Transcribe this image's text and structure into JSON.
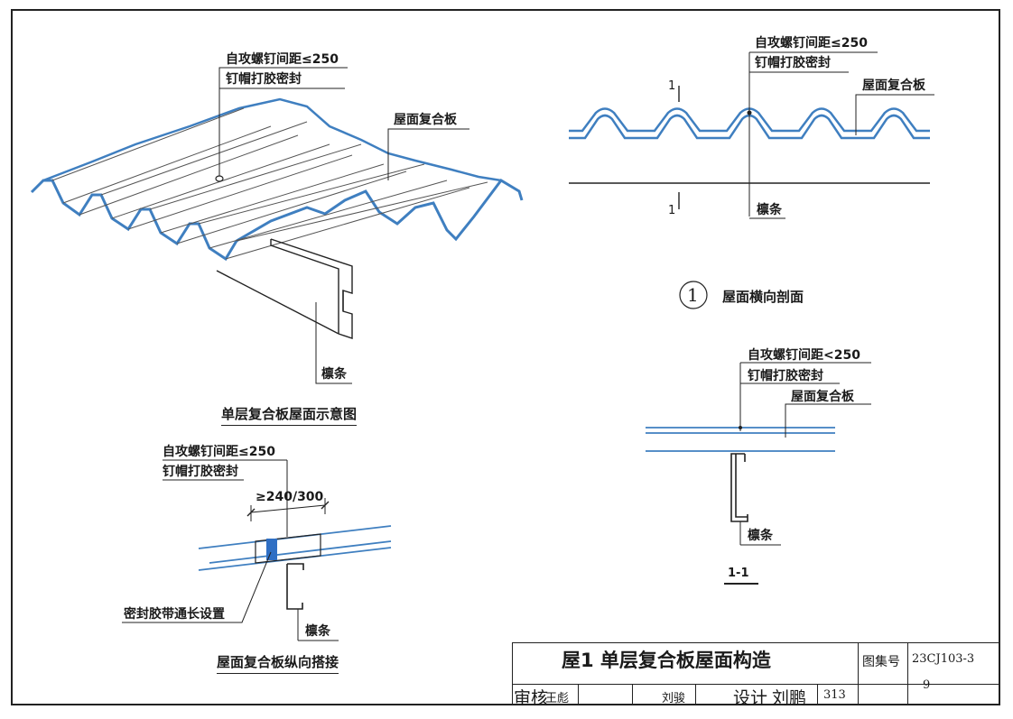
{
  "labels": {
    "screw_spacing_a": "自攻螺钉间距≤250",
    "cap_seal_a": "钉帽打胶密封",
    "panel_a": "屋面复合板",
    "purlin_a": "檩条",
    "caption_a": "单层复合板屋面示意图",
    "screw_spacing_b": "自攻螺钉间距≤250",
    "cap_seal_b": "钉帽打胶密封",
    "panel_b": "屋面复合板",
    "section_mark_top": "1",
    "section_mark_bottom": "1",
    "purlin_b": "檩条",
    "detail_number": "1",
    "caption_b": "屋面横向剖面",
    "screw_spacing_c": "自攻螺钉间距≤250",
    "cap_seal_c": "钉帽打胶密封",
    "lap_width": "≥240/300",
    "sealant_tape": "密封胶带通长设置",
    "purlin_c": "檩条",
    "caption_c": "屋面复合板纵向搭接",
    "screw_spacing_d": "自攻螺钉间距<250",
    "cap_seal_d": "钉帽打胶密封",
    "panel_d": "屋面复合板",
    "purlin_d": "檩条",
    "section_1_1": "1-1"
  },
  "title_block": {
    "title": "屋1  单层复合板屋面构造",
    "atlas_label": "图集号",
    "atlas_number": "23CJ103-3",
    "review_label": "审核",
    "reviewer": "王彪",
    "checker": "刘骏",
    "design_label": "设计",
    "designer": "刘鹏",
    "page_code": "313",
    "page_number": "9"
  },
  "colors": {
    "panel_blue": "#3f7fc0",
    "line": "#222222",
    "sealant": "#2f6fc4"
  }
}
